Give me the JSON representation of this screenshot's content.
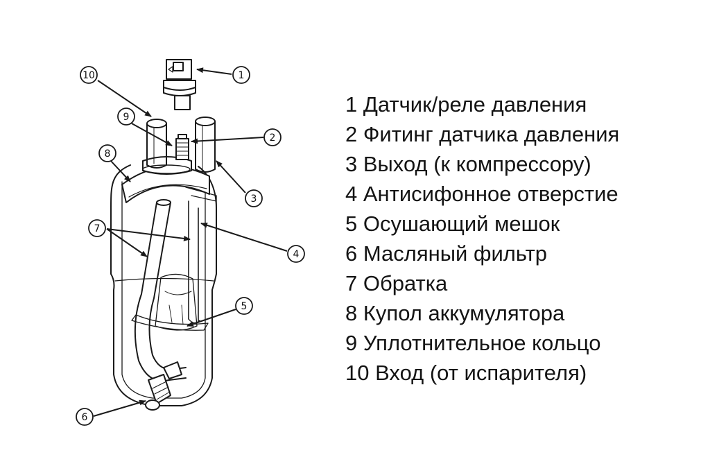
{
  "colors": {
    "line": "#1a1a1a",
    "text": "#141414",
    "background": "#ffffff"
  },
  "callouts": [
    {
      "num": "1",
      "name": "callout-1"
    },
    {
      "num": "2",
      "name": "callout-2"
    },
    {
      "num": "3",
      "name": "callout-3"
    },
    {
      "num": "4",
      "name": "callout-4"
    },
    {
      "num": "5",
      "name": "callout-5"
    },
    {
      "num": "6",
      "name": "callout-6"
    },
    {
      "num": "7",
      "name": "callout-7"
    },
    {
      "num": "8",
      "name": "callout-8"
    },
    {
      "num": "9",
      "name": "callout-9"
    },
    {
      "num": "10",
      "name": "callout-10"
    }
  ],
  "legend": [
    "1 Датчик/реле давления",
    "2 Фитинг датчика давления",
    "3 Выход (к компрессору)",
    "4 Антисифонное отверстие",
    "5 Осушающий мешок",
    "6 Масляный фильтр",
    "7 Обратка",
    "8 Купол аккумулятора",
    "9 Уплотнительное кольцо",
    "10 Вход (от испарителя)"
  ]
}
